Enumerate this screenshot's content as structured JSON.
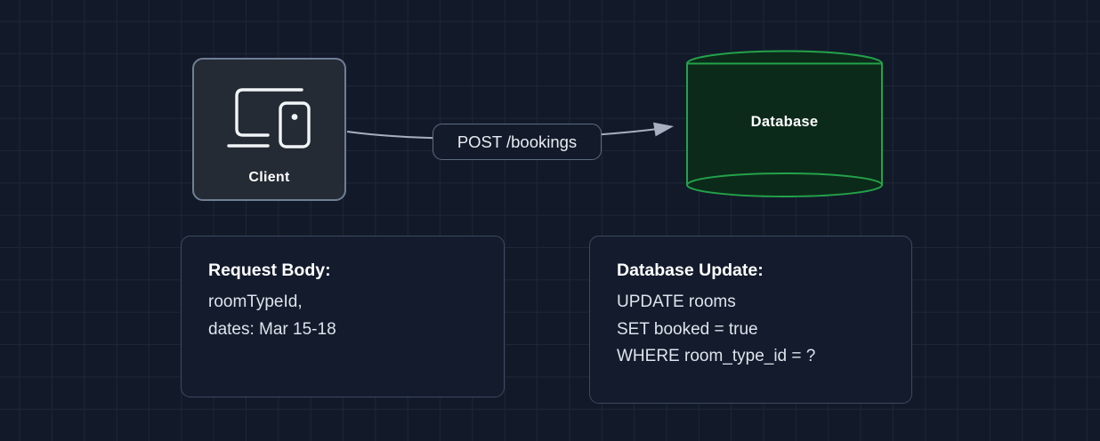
{
  "diagram": {
    "client": {
      "label": "Client"
    },
    "database": {
      "label": "Database"
    },
    "edge": {
      "label": "POST /bookings"
    },
    "notes": [
      {
        "title": "Request Body:",
        "lines": [
          "roomTypeId,",
          "dates: Mar 15-18"
        ]
      },
      {
        "title": "Database Update:",
        "lines": [
          "UPDATE rooms",
          "SET booked = true",
          "WHERE room_type_id = ?"
        ]
      }
    ]
  },
  "icons": {
    "client_icon": "devices-icon (laptop and smartphone)"
  },
  "colors": {
    "canvas_bg": "#121a29",
    "grid_line": "#1d2737",
    "client_fill": "#242b34",
    "client_border": "#6f7f96",
    "connector": "#a6b0c0",
    "label_fill": "#131b2a",
    "label_border": "#5d6c80",
    "db_fill": "#0c2a1a",
    "db_stroke": "#23a24a",
    "note_fill": "#131b2c",
    "note_border": "#3d4a5f",
    "text_primary": "#ffffff",
    "text_body": "#dde4ec"
  }
}
